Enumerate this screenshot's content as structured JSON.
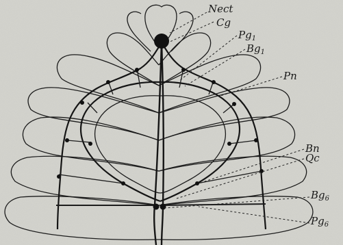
{
  "figure": {
    "labels": {
      "nect": "Nect",
      "cg": "Cg",
      "pg1": {
        "base": "Pg",
        "sub": "1"
      },
      "bg1": {
        "base": "Bg",
        "sub": "1"
      },
      "pn": "Pn",
      "bn": "Bn",
      "qc": "Qc",
      "bg6": {
        "base": "Bg",
        "sub": "6"
      },
      "pg6": {
        "base": "Pg",
        "sub": "6"
      }
    }
  }
}
